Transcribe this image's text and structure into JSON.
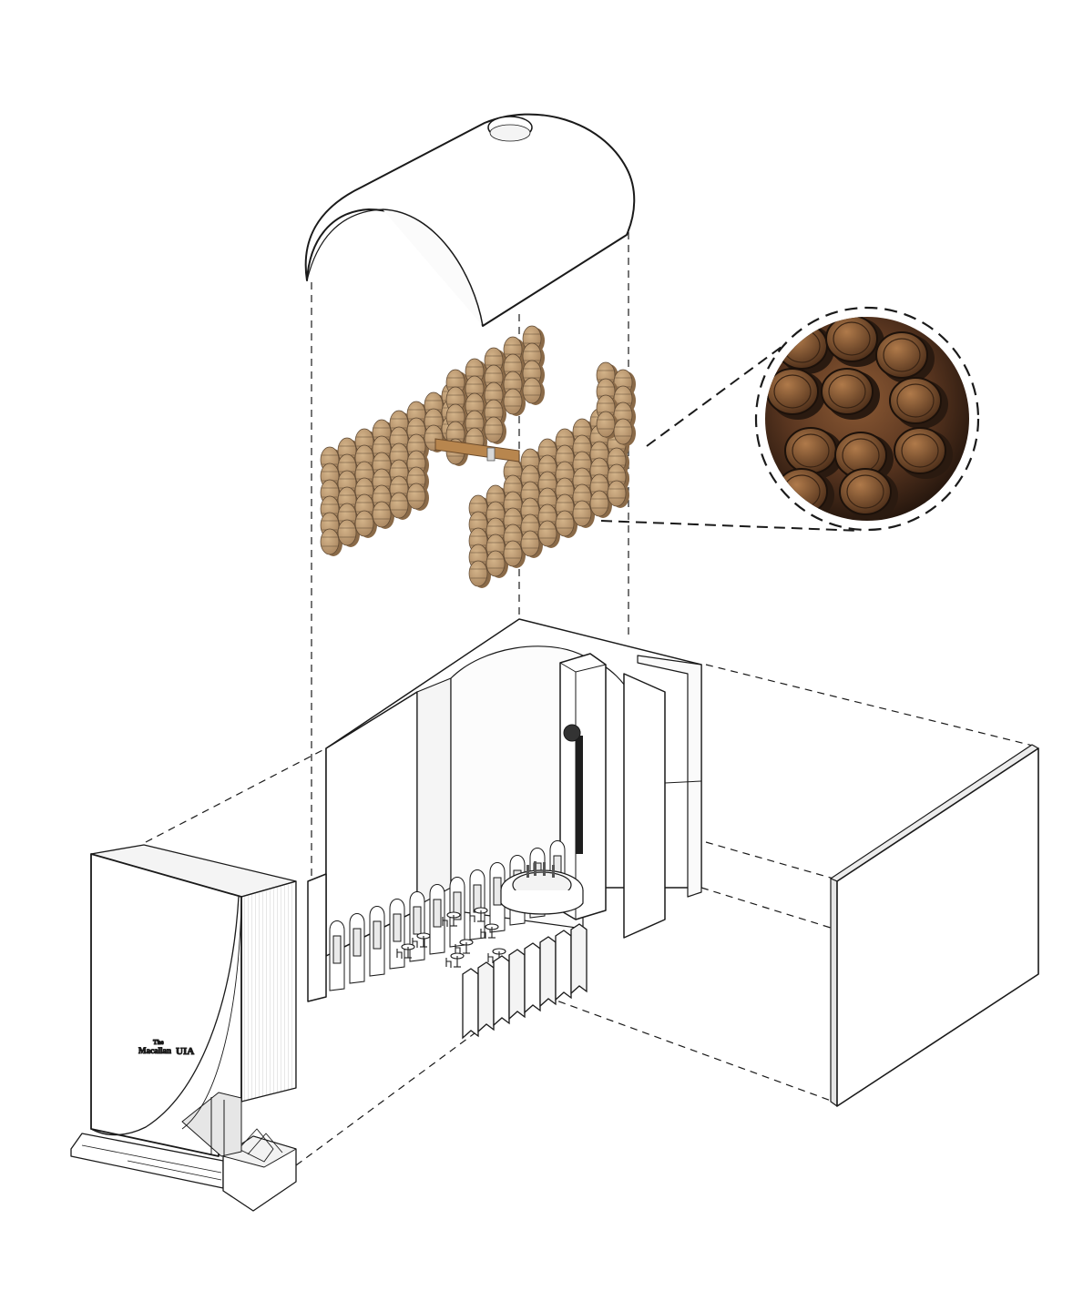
{
  "logo": {
    "line1": "The",
    "line2": "Macallan",
    "mark": "UIA"
  },
  "colors": {
    "line": "#1a1a1a",
    "barrel_wood": "#c2a27a",
    "barrel_dark": "#8a6a48",
    "barrel_band": "#5b4631",
    "photo_dark": "#2a1a12",
    "photo_warm": "#6b4226",
    "paper": "#ffffff",
    "shade": "#f1f1f1"
  },
  "icons": {
    "vault_roof": "barrel-vault-roof-icon",
    "barrel_wall": "barrel-wall-icon",
    "detail_photo": "barrel-detail-photo-icon"
  }
}
